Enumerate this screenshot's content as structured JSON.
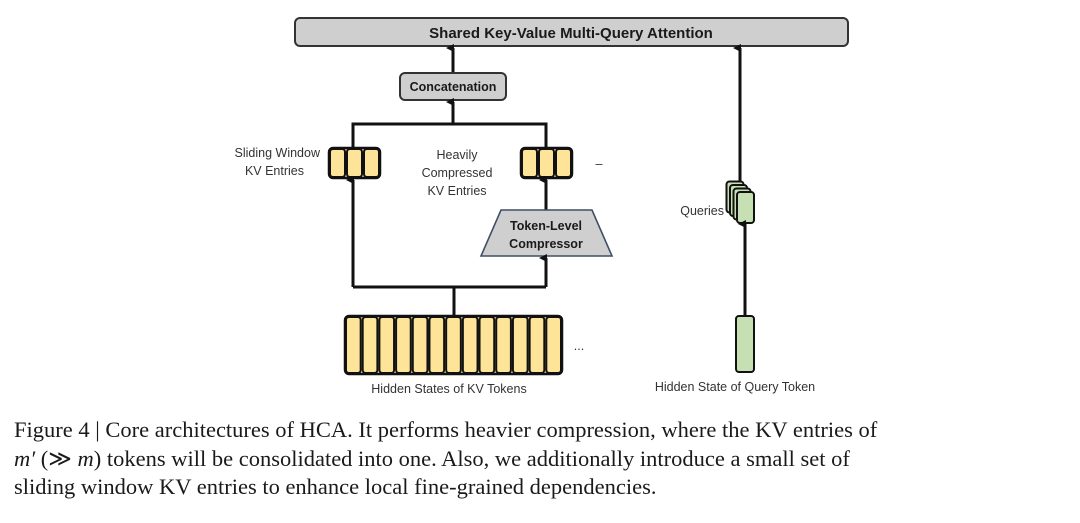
{
  "diagram": {
    "attention_label": "Shared Key-Value Multi-Query Attention",
    "concat_label": "Concatenation",
    "sliding_window_label": [
      "Sliding Window",
      "KV Entries"
    ],
    "compressed_label": [
      "Heavily",
      "Compressed",
      "KV Entries"
    ],
    "compressor_label": [
      "Token-Level",
      "Compressor"
    ],
    "queries_label": "Queries",
    "kv_tokens_label": "Hidden States of KV Tokens",
    "query_token_label": "Hidden State of Query Token",
    "sliding_window_cells": 3,
    "compressed_cells": 3,
    "kv_token_cells": 13,
    "query_stack_count": 4,
    "ellipsis_compressed": "–",
    "ellipsis_tokens": "...",
    "colors": {
      "kv_fill": "#fde498",
      "query_fill": "#c6e0b4",
      "box_fill": "#d0cfd0",
      "compressor_stroke": "#3f4e66",
      "stroke": "#111111"
    }
  },
  "caption": {
    "line1": "Figure 4 | Core architectures of HCA. It performs heavier compression, where the KV entries of",
    "line2_math1": "m′",
    "line2_mid": " (≫ ",
    "line2_math2": "m",
    "line2_rest": ") tokens will be consolidated into one. Also, we additionally introduce a small set of",
    "line3": "sliding window KV entries to enhance local fine-grained dependencies."
  }
}
